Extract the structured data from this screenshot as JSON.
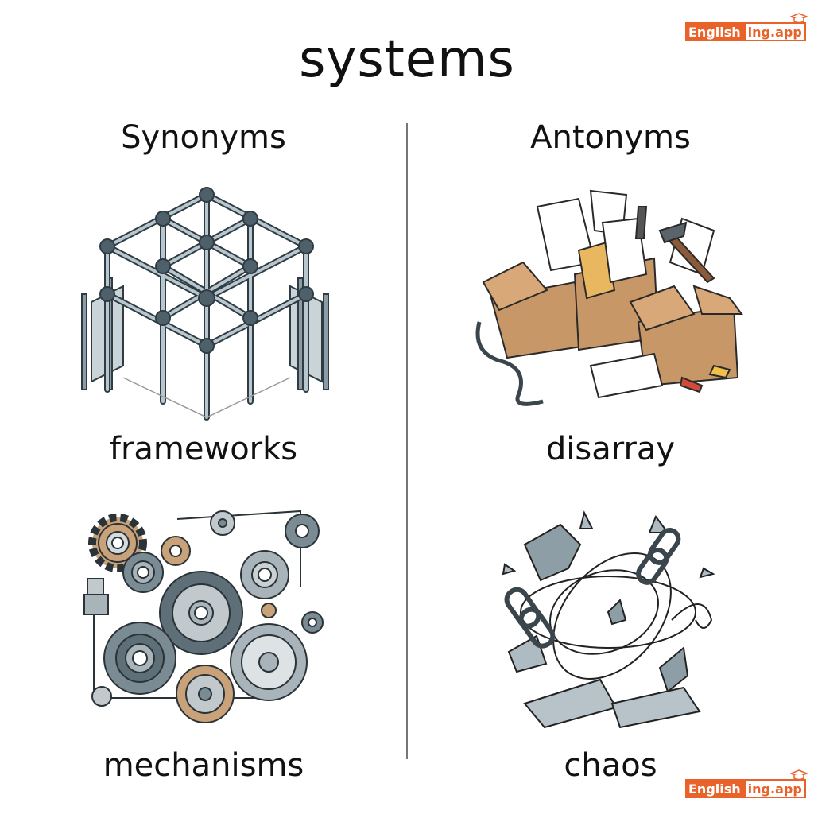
{
  "title": "systems",
  "columns": {
    "left_heading": "Synonyms",
    "right_heading": "Antonyms"
  },
  "synonyms": [
    {
      "word": "frameworks",
      "icon": "scaffold-framework-icon"
    },
    {
      "word": "mechanisms",
      "icon": "gears-mechanism-icon"
    }
  ],
  "antonyms": [
    {
      "word": "disarray",
      "icon": "messy-boxes-icon"
    },
    {
      "word": "chaos",
      "icon": "broken-chaos-icon"
    }
  ],
  "brand": {
    "part1": "English",
    "part2": "ing.app",
    "color": "#e8622a"
  }
}
